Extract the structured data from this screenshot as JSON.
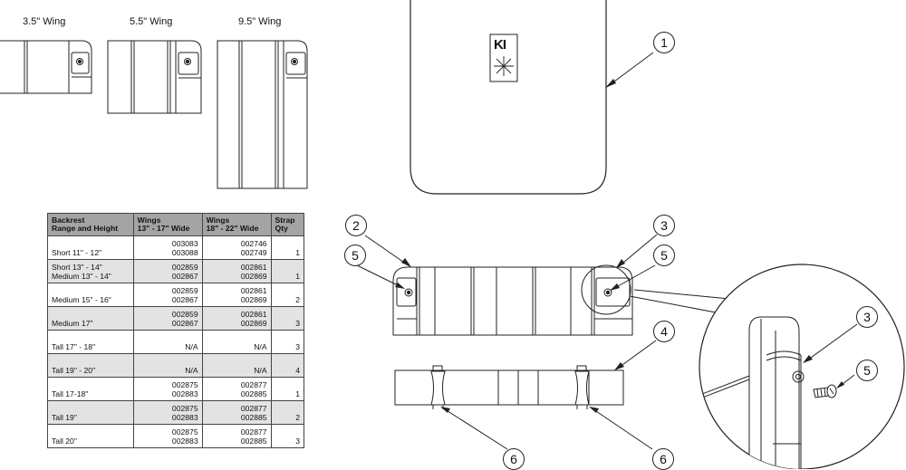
{
  "wing_labels": [
    "3.5\" Wing",
    "5.5\" Wing",
    "9.5\" Wing"
  ],
  "logo": "KI",
  "callouts": [
    "1",
    "2",
    "3",
    "5",
    "5",
    "4",
    "3",
    "5",
    "6",
    "6"
  ],
  "table": {
    "headers": [
      [
        "Backrest",
        "Range and Height"
      ],
      [
        "Wings",
        "13\" - 17\" Wide"
      ],
      [
        "Wings",
        "18\" - 22\" Wide"
      ],
      [
        "Strap",
        "Qty"
      ]
    ],
    "rows": [
      {
        "range": [
          "Short 11\" - 12\""
        ],
        "w1": [
          "003083",
          "003088"
        ],
        "w2": [
          "002746",
          "002749"
        ],
        "qty": "1"
      },
      {
        "range": [
          "Short 13\" - 14\"",
          "Medium 13\" - 14\""
        ],
        "w1": [
          "002859",
          "002867"
        ],
        "w2": [
          "002861",
          "002869"
        ],
        "qty": "1"
      },
      {
        "range": [
          "Medium 15\" - 16\""
        ],
        "w1": [
          "002859",
          "002867"
        ],
        "w2": [
          "002861",
          "002869"
        ],
        "qty": "2"
      },
      {
        "range": [
          "Medium 17\""
        ],
        "w1": [
          "002859",
          "002867"
        ],
        "w2": [
          "002861",
          "002869"
        ],
        "qty": "3"
      },
      {
        "range": [
          "Tall 17\" - 18\""
        ],
        "w1": [
          "N/A"
        ],
        "w2": [
          "N/A"
        ],
        "qty": "3"
      },
      {
        "range": [
          "Tall 19\" - 20\""
        ],
        "w1": [
          "N/A"
        ],
        "w2": [
          "N/A"
        ],
        "qty": "4"
      },
      {
        "range": [
          "Tall 17-18\""
        ],
        "w1": [
          "002875",
          "002883"
        ],
        "w2": [
          "002877",
          "002885"
        ],
        "qty": "1"
      },
      {
        "range": [
          "Tall 19\""
        ],
        "w1": [
          "002875",
          "002883"
        ],
        "w2": [
          "002877",
          "002885"
        ],
        "qty": "2"
      },
      {
        "range": [
          "Tall 20\""
        ],
        "w1": [
          "002875",
          "002883"
        ],
        "w2": [
          "002877",
          "002885"
        ],
        "qty": "3"
      }
    ]
  }
}
